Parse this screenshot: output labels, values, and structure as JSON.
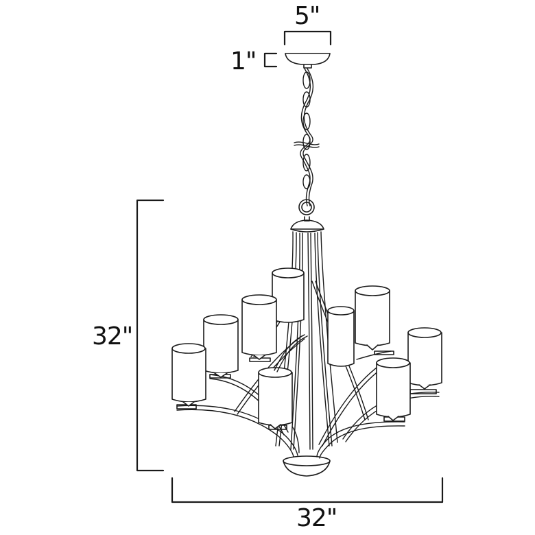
{
  "diagram": {
    "subject": "9-light chandelier line drawing",
    "light_count": 9,
    "colors": {
      "line": "#1a1a1a",
      "background": "#ffffff"
    },
    "dimensions": {
      "canopy_width": "5\"",
      "canopy_height": "1\"",
      "overall_height": "32\"",
      "overall_width": "32\""
    }
  }
}
